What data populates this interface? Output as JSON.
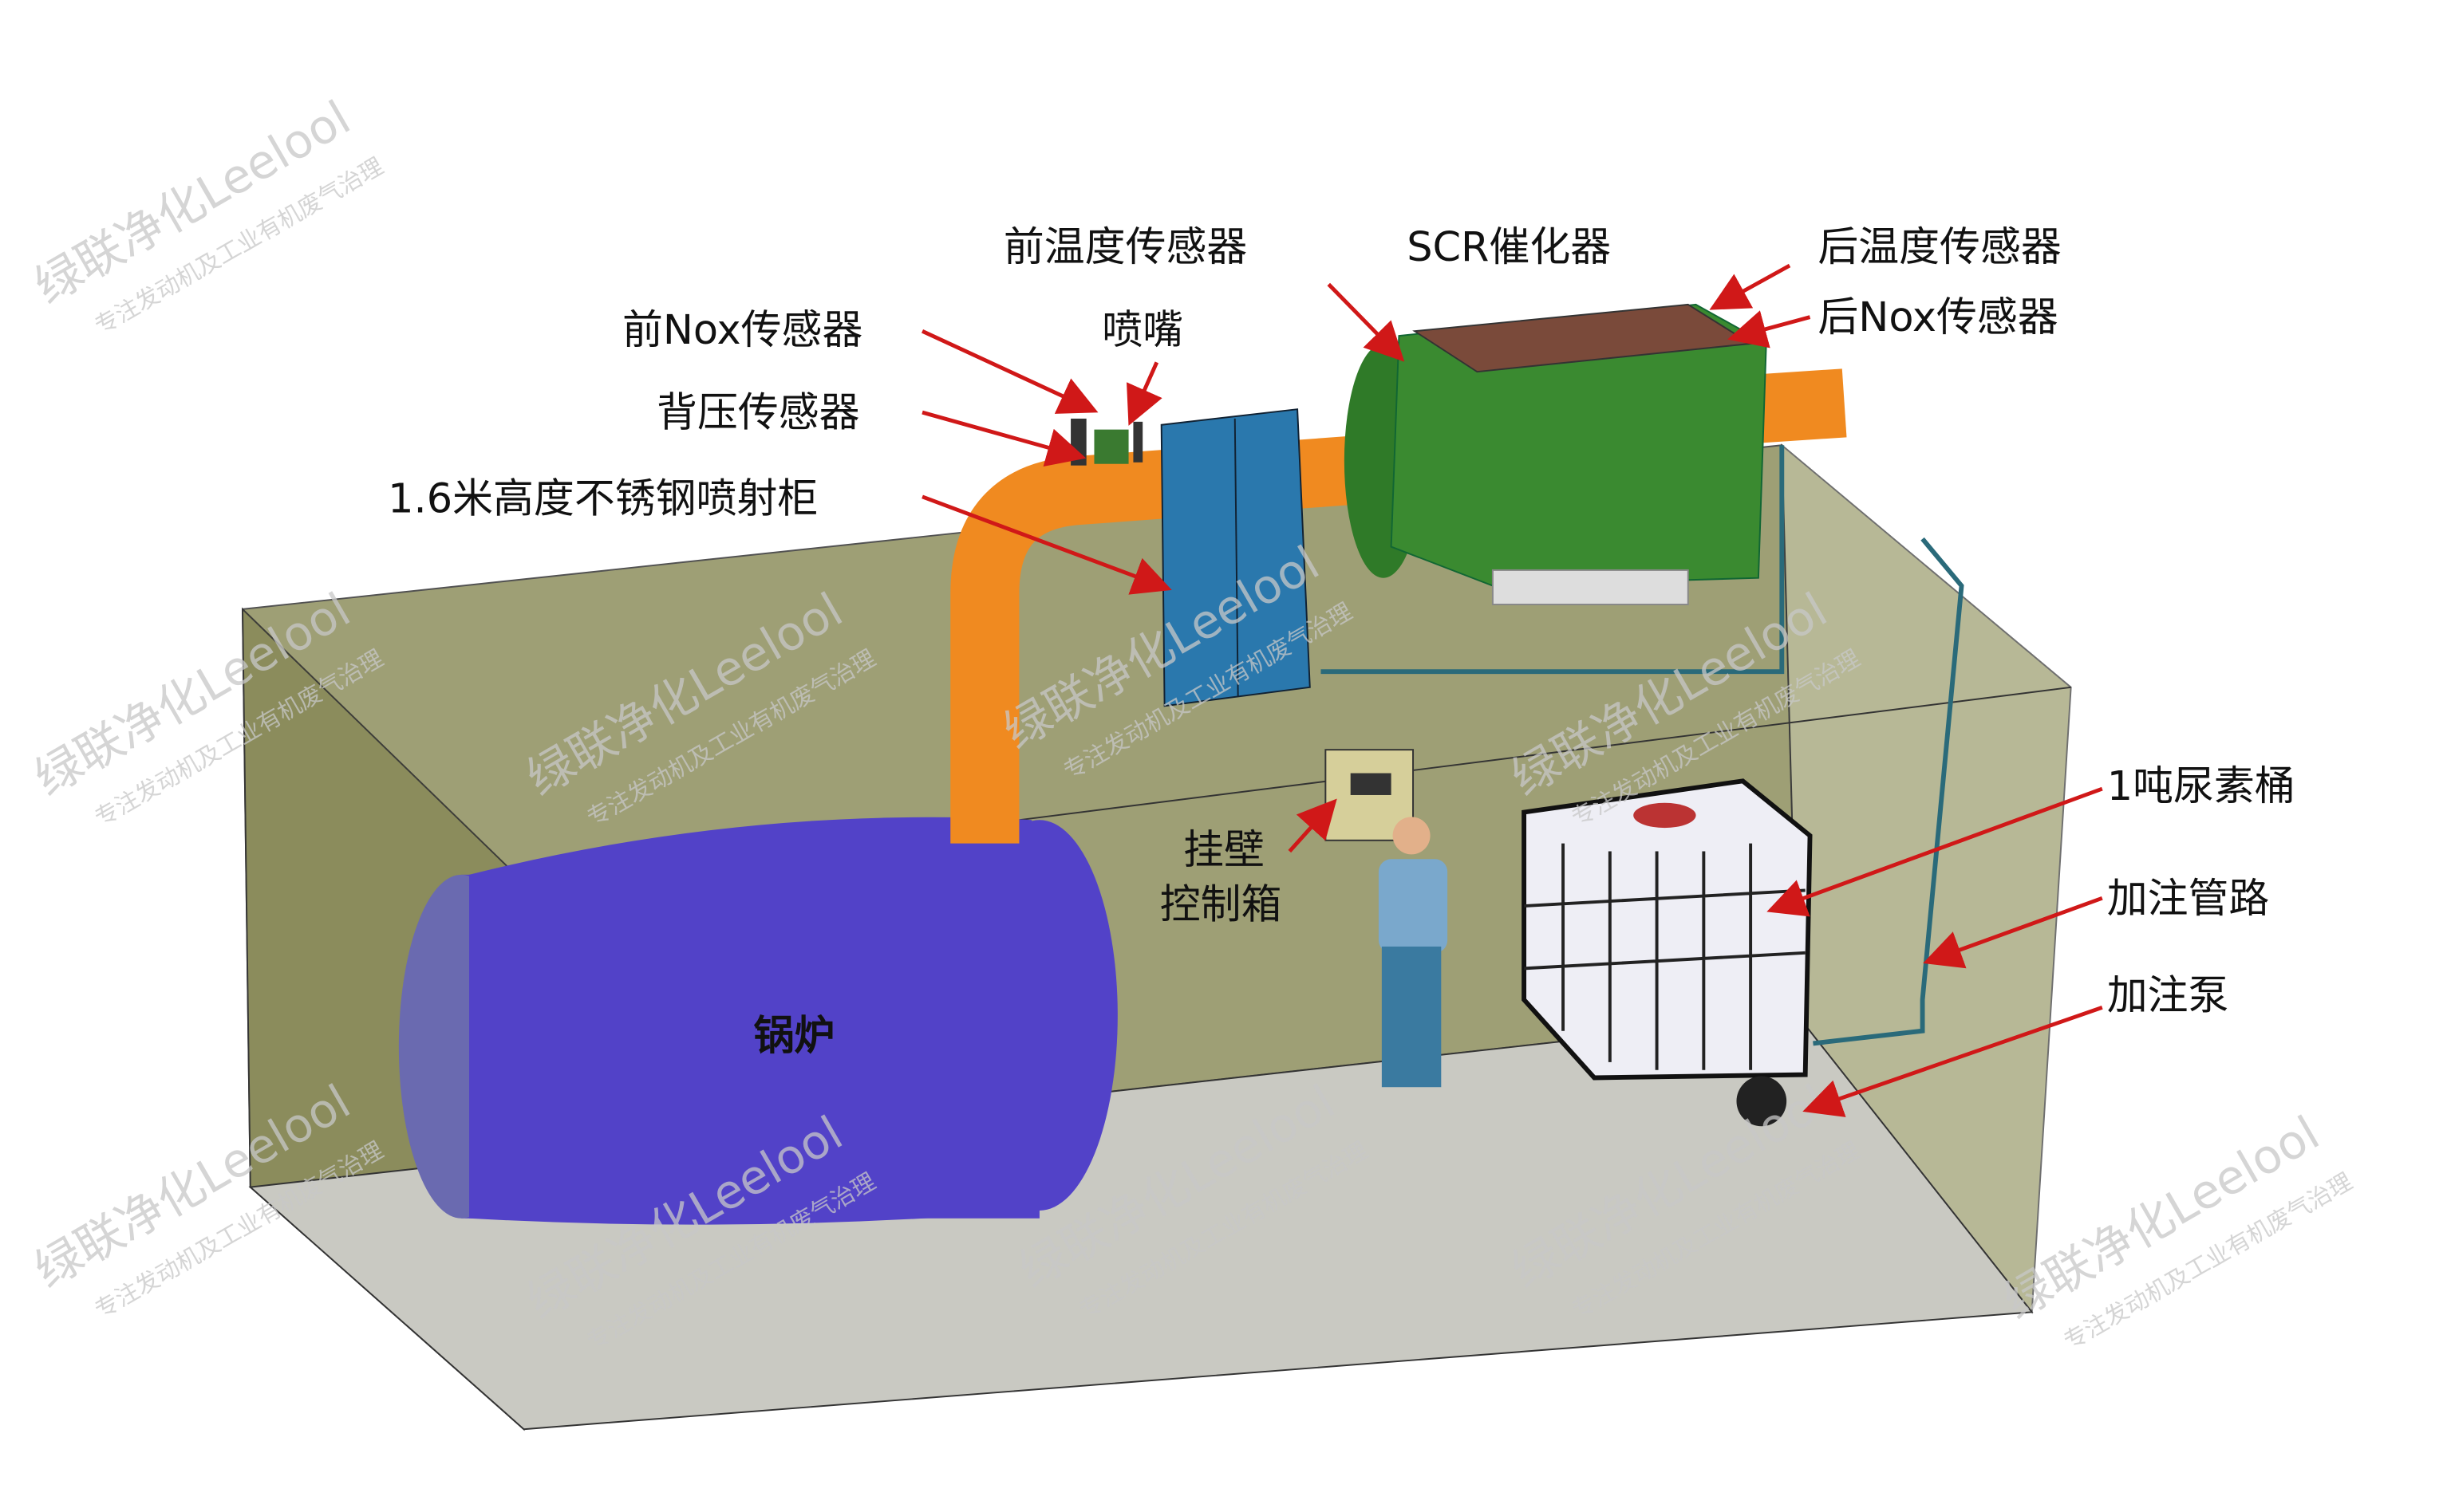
{
  "labels": {
    "front_temp_sensor": "前温度传感器",
    "scr_catalyst": "SCR催化器",
    "rear_temp_sensor": "后温度传感器",
    "front_nox_sensor": "前Nox传感器",
    "nozzle": "喷嘴",
    "rear_nox_sensor": "后Nox传感器",
    "back_pressure_sensor": "背压传感器",
    "injection_cabinet": "1.6米高度不锈钢喷射柜",
    "boiler": "锅炉",
    "wall_control_box_line1": "挂壁",
    "wall_control_box_line2": "控制箱",
    "urea_tank": "1吨尿素桶",
    "filling_pipeline": "加注管路",
    "filling_pump": "加注泵"
  },
  "watermark": {
    "brand": "绿联净化Leelool",
    "slogan": "专注发动机及工业有机废气治理"
  },
  "colors": {
    "arrow": "#d01818",
    "pipe": "#f08a20",
    "boiler": "#5242c8",
    "scr": "#3a8a30",
    "cabinet": "#2a78ad",
    "room": "#8e8f5e"
  }
}
